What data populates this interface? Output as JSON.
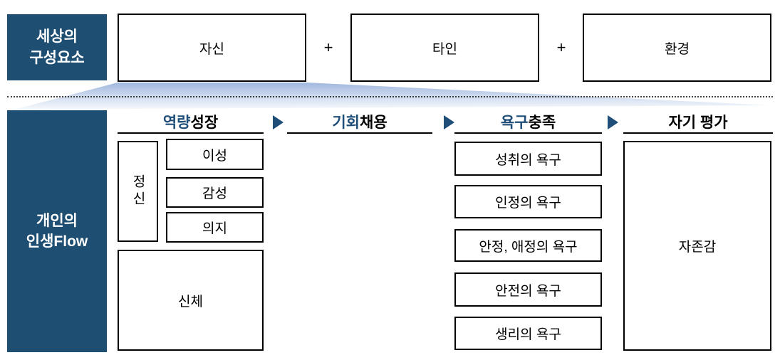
{
  "colors": {
    "sidebar_navy": "#1F4E73",
    "accent_blue": "#1F4E79",
    "funnel_top": "#A0B7DE",
    "funnel_bottom": "#F7FAFD",
    "box_border": "#000000"
  },
  "icons": {
    "flow_arrow": "right-triangle-arrow"
  },
  "top": {
    "sidebar": {
      "line1": "세상의",
      "line2": "구성요소"
    },
    "plus": "+",
    "items": [
      {
        "label": "자신"
      },
      {
        "label": "타인"
      },
      {
        "label": "환경"
      }
    ]
  },
  "flow": {
    "sidebar": {
      "line1": "개인의",
      "line2": "인생Flow"
    },
    "columns": [
      {
        "title_accent": "역량",
        "title_rest": " 성장",
        "mind_label": "정신",
        "sub_labels": [
          "이성",
          "감성",
          "의지"
        ],
        "body_label": "신체"
      },
      {
        "title_accent": "기회",
        "title_rest": " 채용"
      },
      {
        "title_accent": "욕구",
        "title_rest": " 충족",
        "need_labels": [
          "성취의 욕구",
          "인정의 욕구",
          "안정, 애정의 욕구",
          "안전의 욕구",
          "생리의 욕구"
        ]
      },
      {
        "title_accent": "",
        "title_rest": "자기 평가",
        "result_label": "자존감"
      }
    ]
  }
}
